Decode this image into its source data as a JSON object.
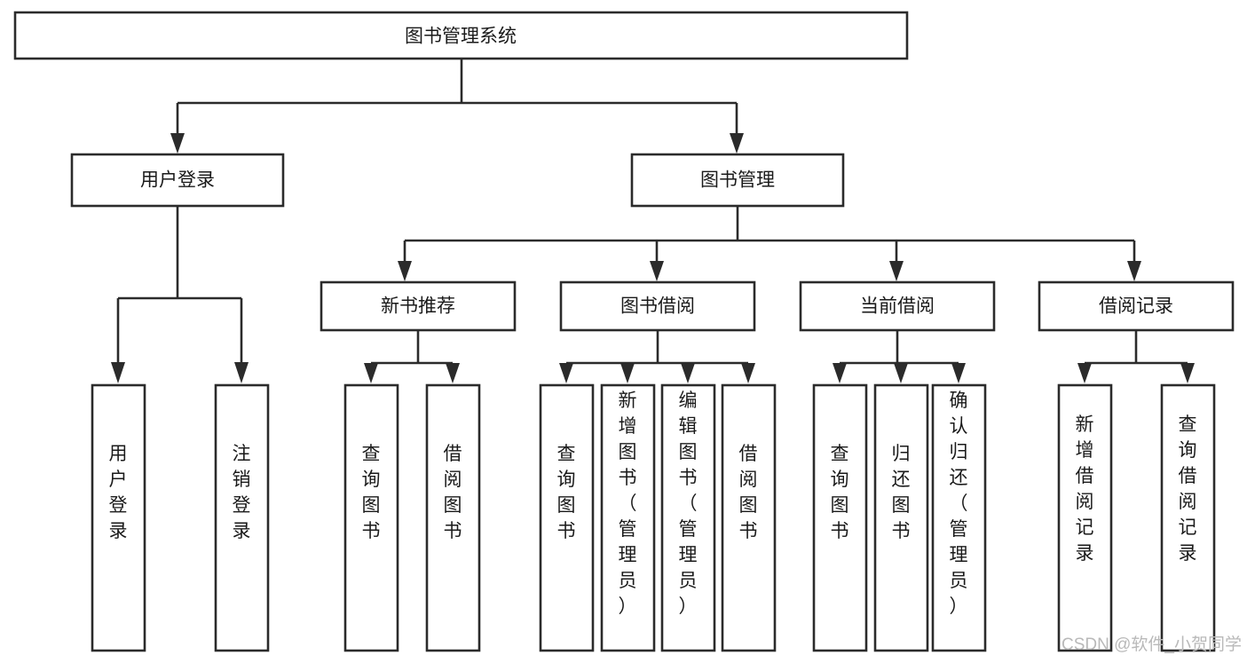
{
  "diagram": {
    "title": "图书管理系统",
    "type": "tree-hierarchy-chart",
    "watermark": "CSDN @软件_小贺同学",
    "colors": {
      "box_stroke": "#2b2b2b",
      "box_fill": "#ffffff",
      "text": "#1a1a1a",
      "connector": "#2b2b2b",
      "watermark": "#b9b9b9",
      "background": "#ffffff"
    },
    "root": {
      "label": "图书管理系统"
    },
    "level2": [
      {
        "label": "用户登录"
      },
      {
        "label": "图书管理"
      }
    ],
    "level3": [
      {
        "label": "新书推荐"
      },
      {
        "label": "图书借阅"
      },
      {
        "label": "当前借阅"
      },
      {
        "label": "借阅记录"
      }
    ],
    "leaves": {
      "user_login": [
        {
          "label": "用户登录"
        },
        {
          "label": "注销登录"
        }
      ],
      "new_book_recommend": [
        {
          "label": "查询图书"
        },
        {
          "label": "借阅图书"
        }
      ],
      "book_borrow": [
        {
          "label": "查询图书"
        },
        {
          "label": "新增图书（管理员）"
        },
        {
          "label": "编辑图书（管理员）"
        },
        {
          "label": "借阅图书"
        }
      ],
      "current_borrow": [
        {
          "label": "查询图书"
        },
        {
          "label": "归还图书"
        },
        {
          "label": "确认归还（管理员）"
        }
      ],
      "borrow_record": [
        {
          "label": "新增借阅记录"
        },
        {
          "label": "查询借阅记录"
        }
      ]
    }
  }
}
